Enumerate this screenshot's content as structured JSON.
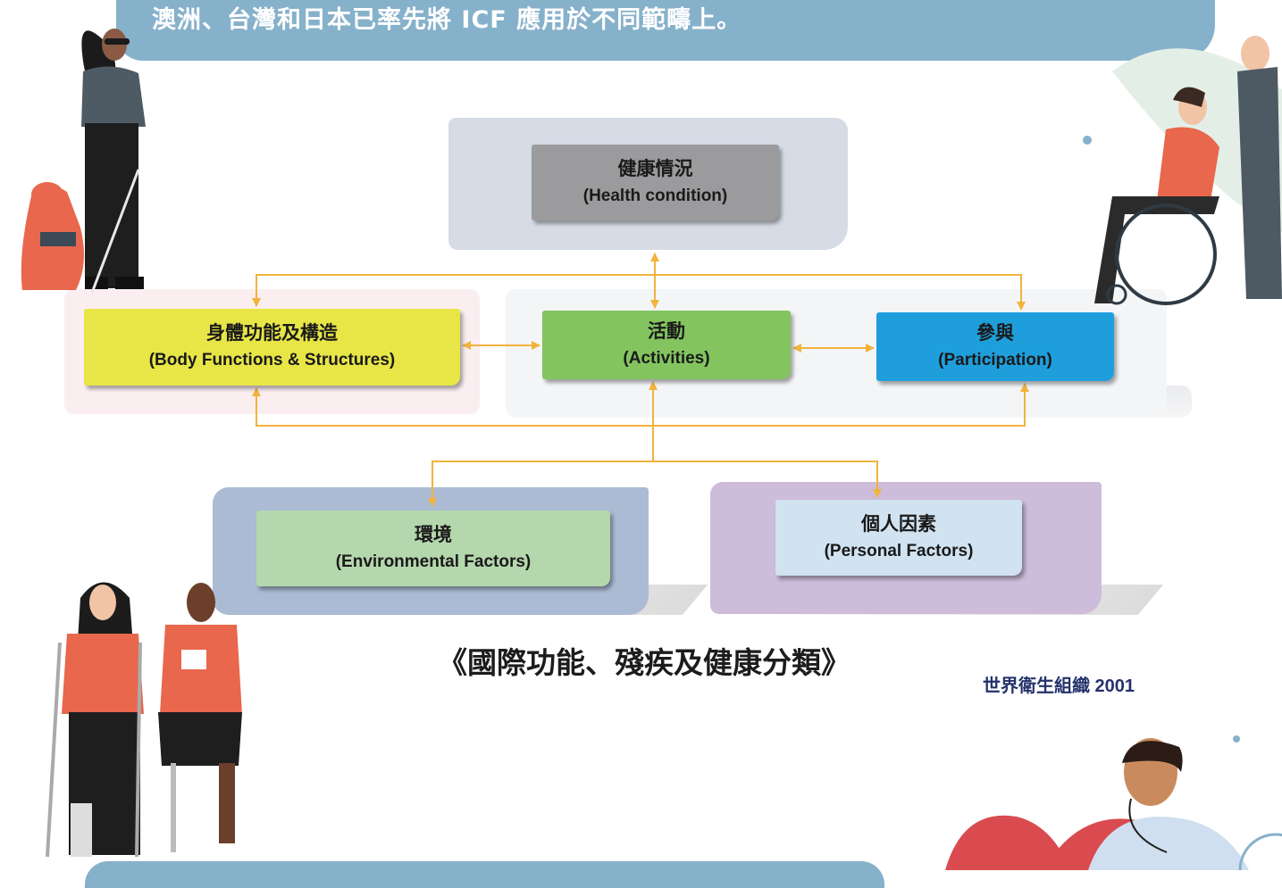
{
  "banner": {
    "text": "澳洲、台灣和日本已率先將 ICF 應用於不同範疇上。"
  },
  "diagram": {
    "health": {
      "zh": "健康情況",
      "en": "(Health condition)"
    },
    "body": {
      "zh": "身體功能及構造",
      "en": "(Body Functions & Structures)"
    },
    "activities": {
      "zh": "活動",
      "en": "(Activities)"
    },
    "participation": {
      "zh": "參與",
      "en": "(Participation)"
    },
    "environment": {
      "zh": "環境",
      "en": "(Environmental Factors)"
    },
    "personal": {
      "zh": "個人因素",
      "en": "(Personal Factors)"
    }
  },
  "caption": "《國際功能、殘疾及健康分類》",
  "credit": "世界衛生組織 2001",
  "colors": {
    "banner": "#86b1ca",
    "arrow": "#f2b33d",
    "health_box": "#9b9b9d",
    "body_box": "#e8e647",
    "activities_box": "#83c45f",
    "participation_box": "#1e9fdc",
    "environment_box": "#b5d7ad",
    "personal_box": "#d1e2f1",
    "credit_text": "#24326b"
  },
  "illustrations": [
    "woman-with-guide-dog-and-cane",
    "man-in-wheelchair-with-companion",
    "woman-on-crutches-and-man-with-prosthetic-leg",
    "doctor-with-stethoscope-and-heart"
  ]
}
